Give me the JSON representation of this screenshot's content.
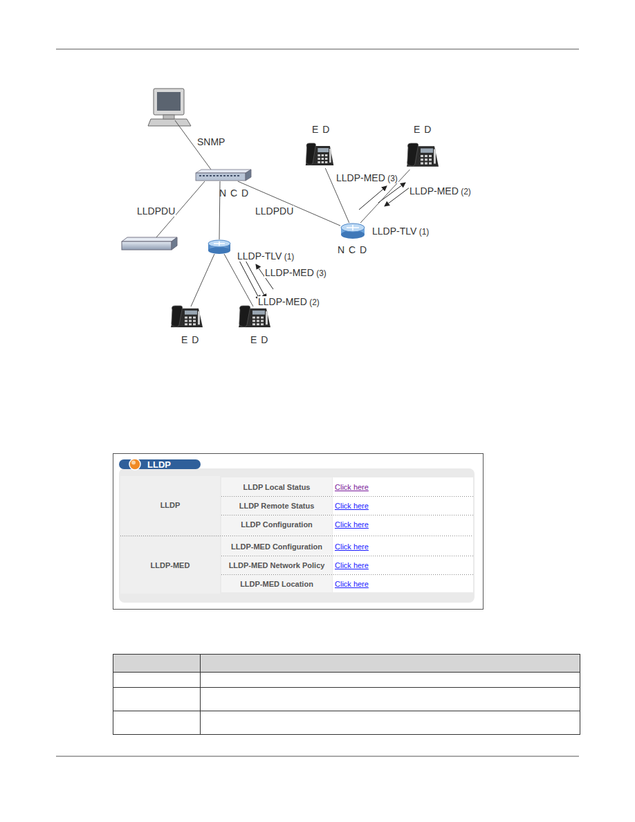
{
  "diagram": {
    "nodes": [
      {
        "text": [
          "E D"
        ]
      },
      {
        "text": [
          "E D"
        ]
      },
      {
        "text": [
          "N C D"
        ]
      },
      {
        "text": [
          "N C D"
        ]
      },
      {
        "text": [
          "E D"
        ]
      },
      {
        "text": [
          "E D"
        ]
      }
    ],
    "edges": [
      {
        "from": 2,
        "to": 3,
        "label": "LLDPDU",
        "arrow": "none"
      },
      {
        "from": 3,
        "to": 0,
        "arrow": "none"
      },
      {
        "from": 3,
        "to": 1,
        "arrow": "none"
      }
    ],
    "labels": [
      "SNMP",
      "LLDPDU",
      "LLDP-TLV (1)",
      "LLDP-MED (3)",
      "LLDP-MED (2)",
      "LLDP-TLV (1)",
      "LLDP-MED (3)",
      "LLDP-MED (2)",
      "LLDP",
      "LLDP",
      "LLDP Local Status",
      "Click here",
      "LLDP Remote Status",
      "Click here",
      "LLDP Configuration",
      "Click here",
      "LLDP-MED",
      "LLDP-MED Configuration",
      "Click here",
      "LLDP-MED Network Policy",
      "Click here",
      "LLDP-MED Location",
      "Click here"
    ]
  }
}
